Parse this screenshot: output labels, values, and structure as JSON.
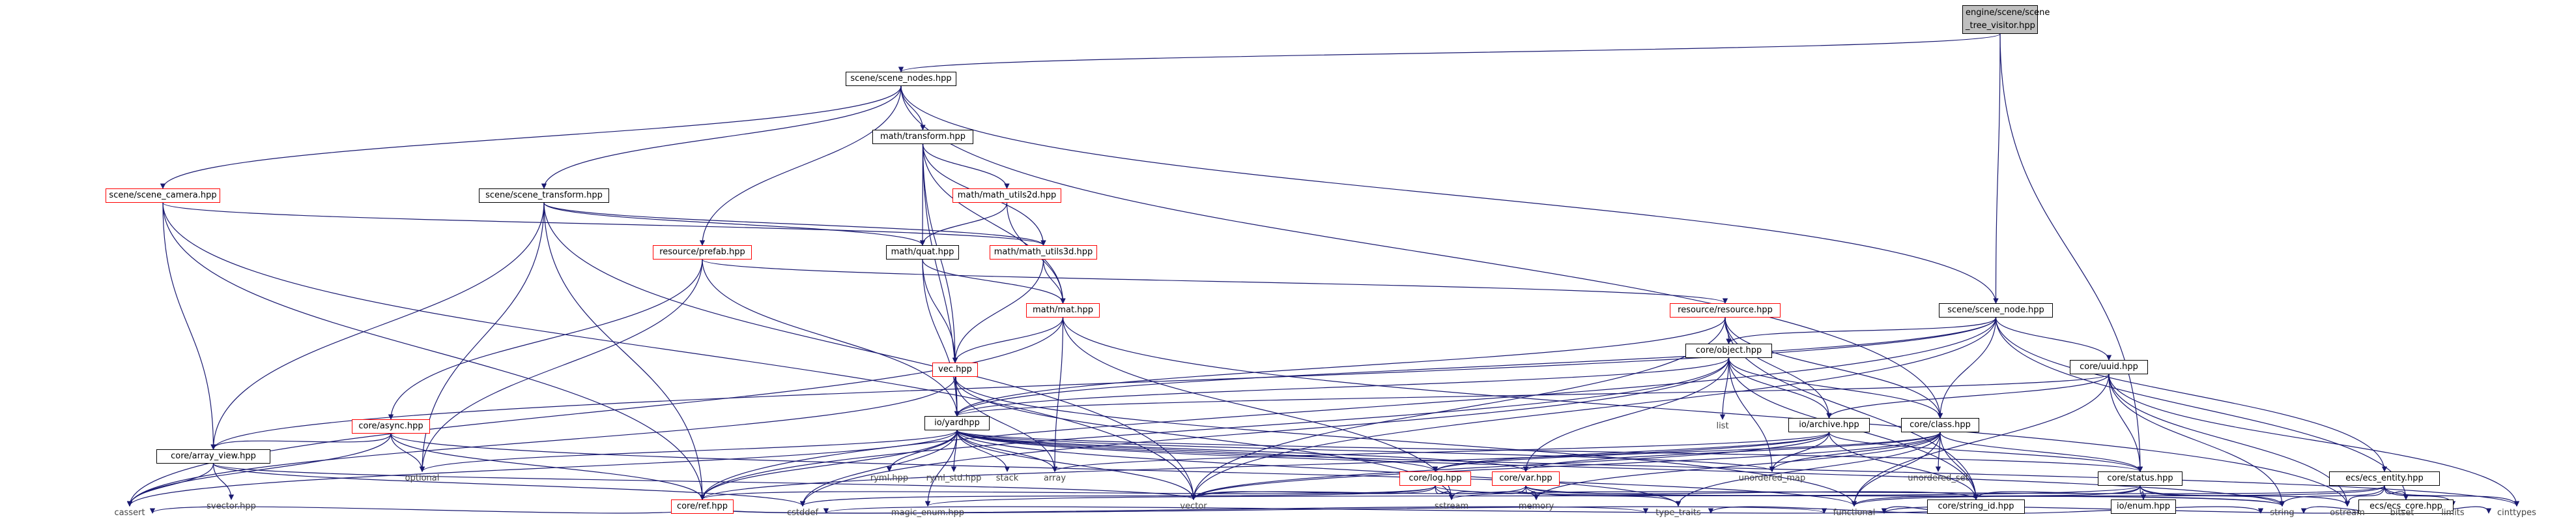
{
  "colors": {
    "edge": "#191970",
    "red_border": "#ff0000",
    "root_fill": "#bfbfbf"
  },
  "nodes": {
    "root": "engine/scene/scene\n_tree_visitor.hpp",
    "scene_nodes": "scene/scene_nodes.hpp",
    "math_transform": "math/transform.hpp",
    "scene_camera": "scene/scene_camera.hpp",
    "scene_transform": "scene/scene_transform.hpp",
    "math_utils2d": "math/math_utils2d.hpp",
    "math_quat": "math/quat.hpp",
    "math_utils3d": "math/math_utils3d.hpp",
    "resource_prefab": "resource/prefab.hpp",
    "math_mat": "math/mat.hpp",
    "resource_resource": "resource/resource.hpp",
    "scene_node": "scene/scene_node.hpp",
    "core_object": "core/object.hpp",
    "core_uuid": "core/uuid.hpp",
    "vec": "vec.hpp",
    "io_archive": "io/archive.hpp",
    "core_class": "core/class.hpp",
    "core_async": "core/async.hpp",
    "io_yardhpp": "io/yardhpp",
    "list": "list",
    "core_array_view": "core/array_view.hpp",
    "optional": "optional",
    "ryml": "ryml.hpp",
    "ryml_std": "ryml_std.hpp",
    "stack": "stack",
    "array": "array",
    "unordered_map": "unordered_map",
    "unordered_set": "unordered_set",
    "core_log": "core/log.hpp",
    "core_var": "core/var.hpp",
    "core_status": "core/status.hpp",
    "ecs_entity": "ecs/ecs_entity.hpp",
    "svector": "svector.hpp",
    "vector": "vector",
    "sstream": "sstream",
    "memory": "memory",
    "core_string_id": "core/string_id.hpp",
    "io_enum": "io/enum.hpp",
    "ecs_core": "ecs/ecs_core.hpp",
    "core_ref": "core/ref.hpp",
    "cassert": "cassert",
    "cstddef": "cstddef",
    "magic_enum": "magic_enum.hpp",
    "type_traits": "type_traits",
    "functional": "functional",
    "string": "string",
    "ostream": "ostream",
    "bitset": "bitset",
    "limits": "limits",
    "cinttypes": "cinttypes"
  }
}
